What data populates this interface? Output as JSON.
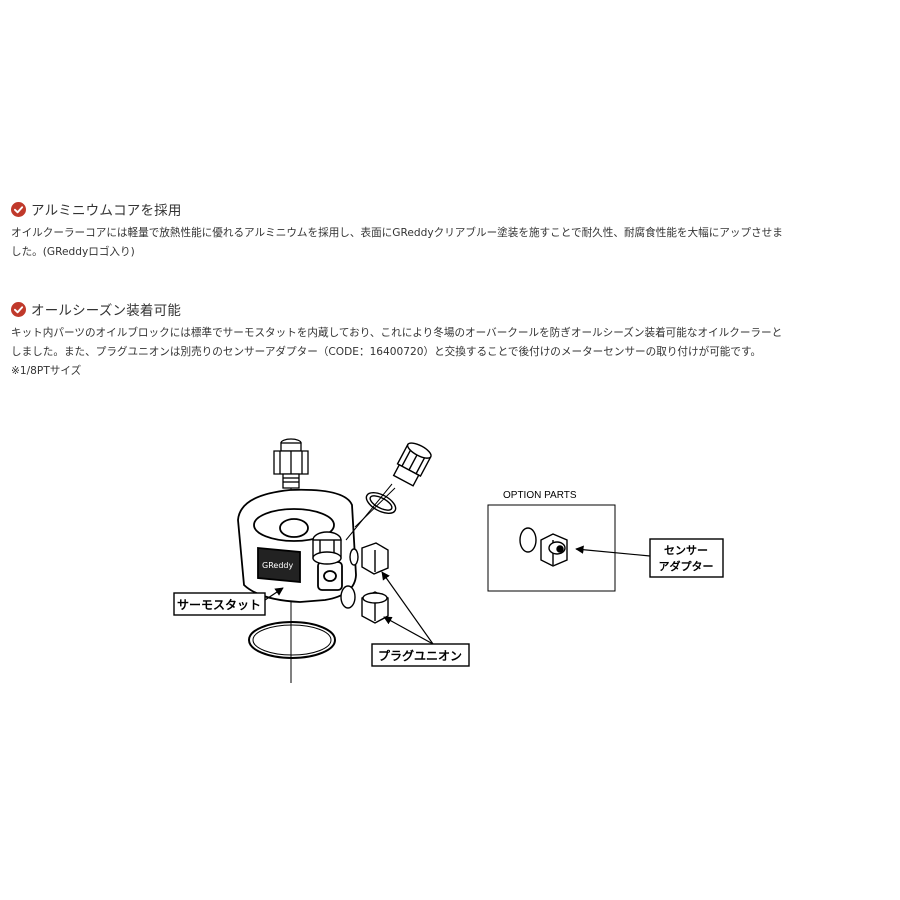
{
  "section1": {
    "icon": "check-circle-icon",
    "title": "アルミニウムコアを採用",
    "lines": [
      "オイルクーラーコアには軽量で放熱性能に優れるアルミニウムを採用し、表面にGReddyクリアブルー塗装を施すことで耐久性、耐腐食性能を大幅にアップさせま",
      "した。(GReddyロゴ入り)"
    ]
  },
  "section2": {
    "icon": "check-circle-icon",
    "title": "オールシーズン装着可能",
    "lines": [
      "キット内パーツのオイルブロックには標準でサーモスタットを内蔵しており、これにより冬場のオーバークールを防ぎオールシーズン装着可能なオイルクーラーと",
      "しました。また、プラグユニオンは別売りのセンサーアダプター（CODE：16400720）と交換することで後付けのメーターセンサーの取り付けが可能です。",
      "※1/8PTサイズ"
    ]
  },
  "diagram": {
    "option_title": "OPTION PARTS",
    "thermostat_label": "サーモスタット",
    "plug_union_label": "プラグユニオン",
    "sensor_label_line1": "センサー",
    "sensor_label_line2": "アダプター"
  },
  "colors": {
    "check": "#c0392b",
    "text": "#333333",
    "line": "#000000"
  }
}
